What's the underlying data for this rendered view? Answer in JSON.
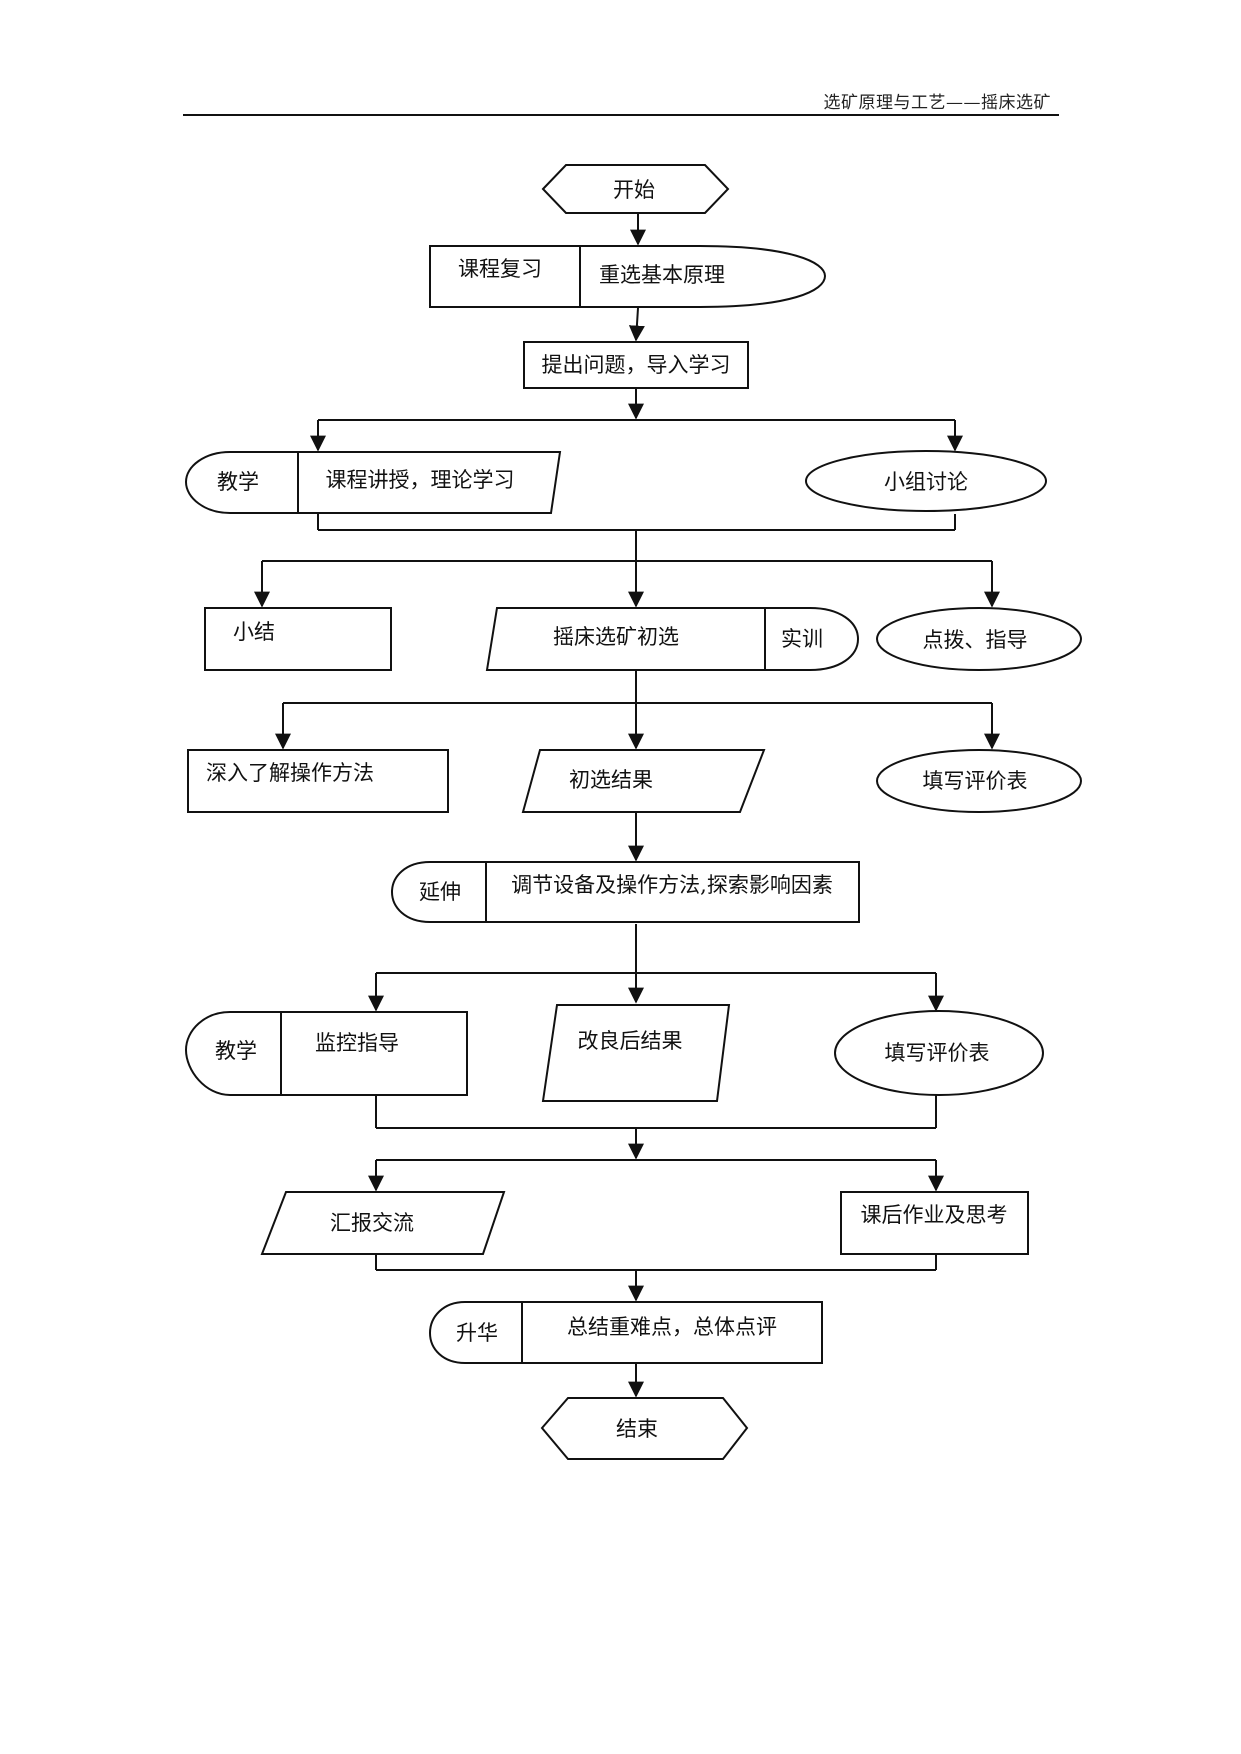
{
  "header": {
    "title": "选矿原理与工艺——摇床选矿"
  },
  "nodes": {
    "start": "开始",
    "review_label": "课程复习",
    "review_content": "重选基本原理",
    "question": "提出问题，导入学习",
    "teach_label_1": "教学",
    "teach_content_1": "课程讲授，理论学习",
    "group_discussion": "小组讨论",
    "summary": "小结",
    "shaking_table": "摇床选矿初选",
    "practice_label": "实训",
    "guidance": "点拨、指导",
    "deep_method": "深入了解操作方法",
    "initial_result": "初选结果",
    "evaluation_1": "填写评价表",
    "extend_label": "延伸",
    "extend_content": "调节设备及操作方法,探索影响因素",
    "teach_label_2": "教学",
    "monitor": "监控指导",
    "improved_result": "改良后结果",
    "evaluation_2": "填写评价表",
    "report": "汇报交流",
    "homework": "课后作业及思考",
    "sublimate_label": "升华",
    "sublimate_content": "总结重难点，总体点评",
    "end": "结束"
  }
}
